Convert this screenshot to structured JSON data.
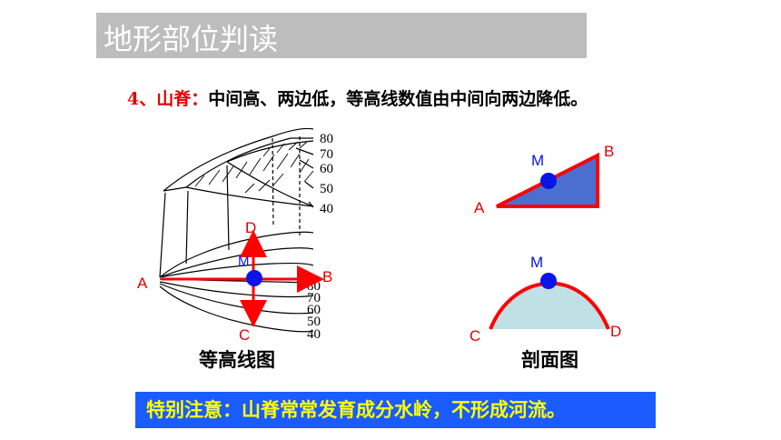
{
  "title": "地形部位判读",
  "description": {
    "label": "4、山脊：",
    "text": "中间高、两边低，等高线数值由中间向两边降低。"
  },
  "contour_map": {
    "upper_labels": [
      "80",
      "70",
      "60",
      "50",
      "40"
    ],
    "lower_labels": [
      "80",
      "70",
      "60",
      "50",
      "40"
    ],
    "points": {
      "A": "A",
      "B": "B",
      "C": "C",
      "D": "D",
      "M": "M"
    },
    "caption": "等高线图"
  },
  "triangle_profile": {
    "A": "A",
    "B": "B",
    "M": "M"
  },
  "arc_profile": {
    "C": "C",
    "D": "D",
    "M": "M"
  },
  "profile_caption": "剖面图",
  "note": "特别注意：山脊常常发育成分水岭，不形成河流。",
  "colors": {
    "arrow": "#ff0000",
    "point": "#0a14e6",
    "triangle_fill": "#4b6fd0",
    "arc_fill": "#bfe0e4",
    "note_bg": "#1a5cff",
    "note_text": "#ffff00"
  }
}
